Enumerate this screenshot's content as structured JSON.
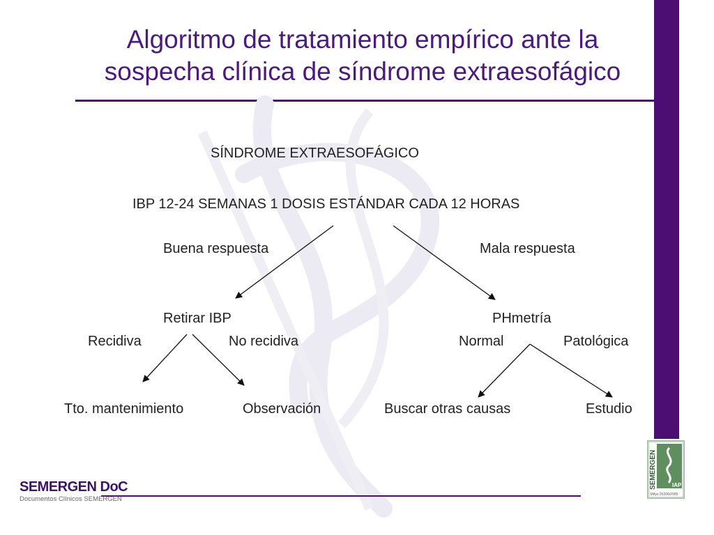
{
  "slide": {
    "title_line1": "Algoritmo de tratamiento empírico ante la",
    "title_line2": "sospecha clínica de síndrome extraesofágico"
  },
  "flowchart": {
    "root": "SÍNDROME  EXTRAESOFÁGICO",
    "treatment": "IBP 12-24 SEMANAS 1 DOSIS ESTÁNDAR CADA 12 HORAS",
    "good_response": "Buena respuesta",
    "bad_response": "Mala respuesta",
    "withdraw": "Retirar IBP",
    "phmetry": "PHmetría",
    "relapse": "Recidiva",
    "no_relapse": "No recidiva",
    "normal": "Normal",
    "pathologic": "Patológica",
    "maintenance": "Tto. mantenimiento",
    "observation": "Observación",
    "other_causes": "Buscar otras causas",
    "study": "Estudio"
  },
  "branding": {
    "logo_main": "SEMERGEN DoC",
    "logo_sub": "Documentos Clínicos SEMERGEN",
    "seal_text": "SEMERGEN",
    "seal_badge": "IAP",
    "seal_small": "SMys 20206/2005"
  },
  "colors": {
    "accent": "#4c0e72",
    "text": "#222222"
  }
}
